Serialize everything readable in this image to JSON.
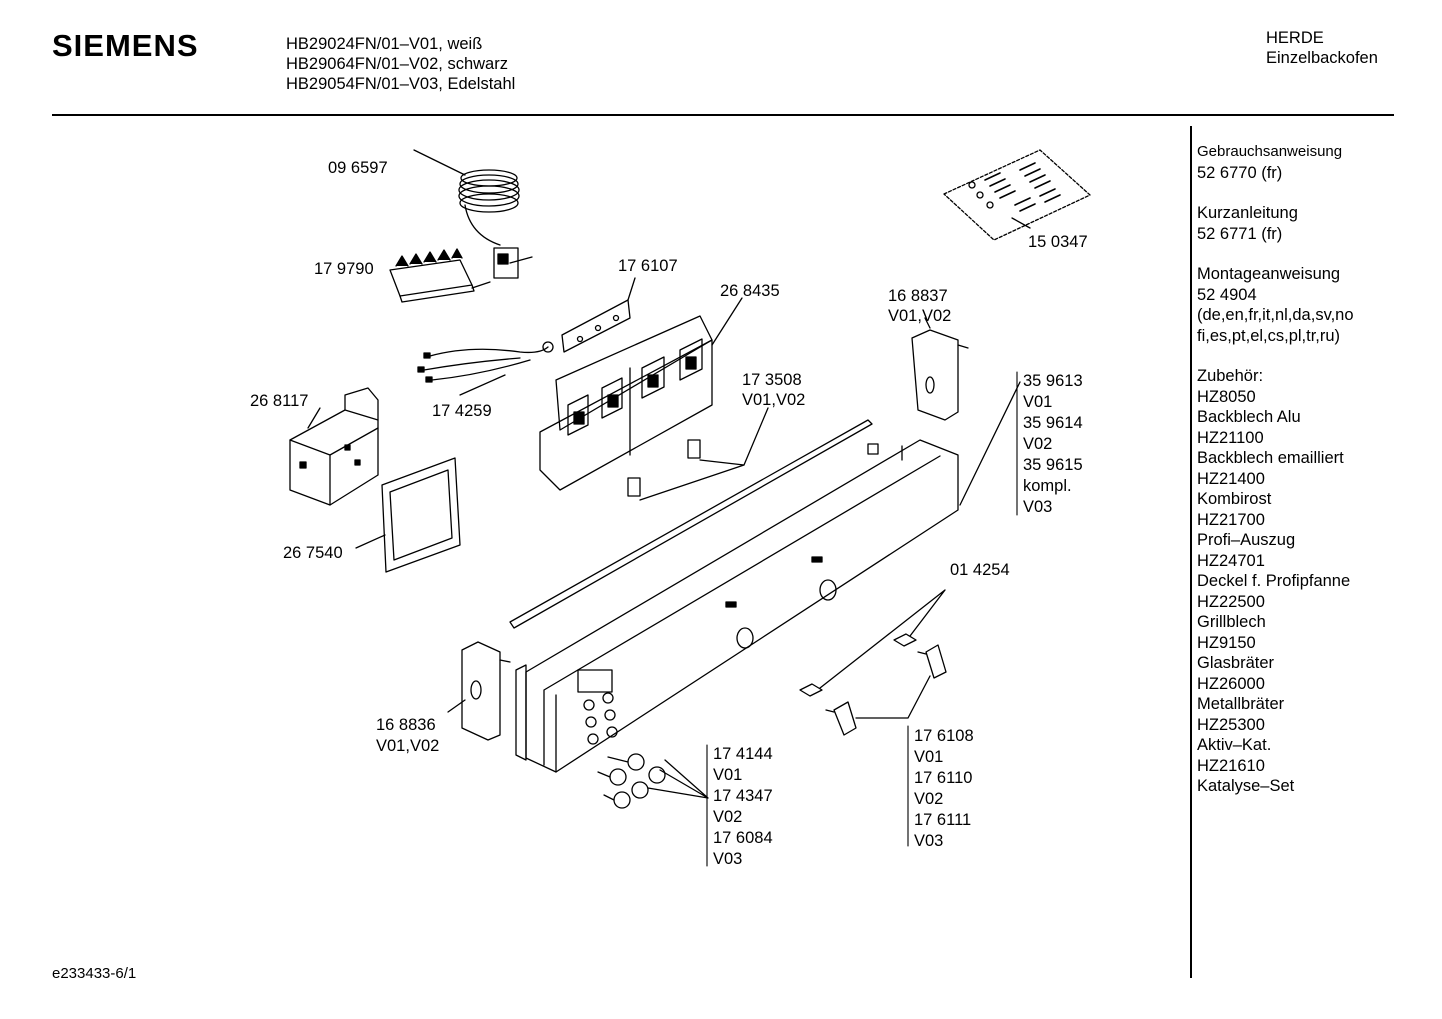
{
  "header": {
    "brand": "SIEMENS",
    "models": [
      "HB29024FN/01–V01, weiß",
      "HB29064FN/01–V02, schwarz",
      "HB29054FN/01–V03, Edelstahl"
    ],
    "category": [
      "HERDE",
      "Einzelbackofen"
    ]
  },
  "sidebar": {
    "docs": [
      {
        "title": "Gebrauchsanweisung",
        "value": "52 6770 (fr)"
      },
      {
        "title": "Kurzanleitung",
        "value": "52 6771 (fr)"
      },
      {
        "title": "Montageanweisung",
        "value": "52 4904",
        "extra": [
          "(de,en,fr,it,nl,da,sv,no",
          "fi,es,pt,el,cs,pl,tr,ru)"
        ]
      }
    ],
    "accessories_title": "Zubehör:",
    "accessories": [
      "HZ8050",
      "Backblech Alu",
      "HZ21100",
      "Backblech emailliert",
      "HZ21400",
      "Kombirost",
      "HZ21700",
      "Profi–Auszug",
      "HZ24701",
      "Deckel f. Profipfanne",
      "HZ22500",
      "Grillblech",
      "HZ9150",
      "Glasbräter",
      "HZ26000",
      "Metallbräter",
      "HZ25300",
      "Aktiv–Kat.",
      "HZ21610",
      "Katalyse–Set"
    ]
  },
  "parts": {
    "p096597": "09 6597",
    "p179790": "17 9790",
    "p176107": "17 6107",
    "p268435": "26 8435",
    "p150347": "15 0347",
    "p168837": [
      "16 8837",
      "V01,V02"
    ],
    "p174259": "17 4259",
    "p268117": "26 8117",
    "p173508": [
      "17 3508",
      "V01,V02"
    ],
    "p359613": [
      "35 9613",
      "V01",
      "35 9614",
      "V02",
      "35 9615",
      "kompl.",
      "V03"
    ],
    "p267540": "26 7540",
    "p014254": "01 4254",
    "p168836": [
      "16 8836",
      "V01,V02"
    ],
    "p174144": [
      "17 4144",
      "V01",
      "17 4347",
      "V02",
      "17 6084",
      "V03"
    ],
    "p176108": [
      "17 6108",
      "V01",
      "17 6110",
      "V02",
      "17 6111",
      "V03"
    ]
  },
  "footer": {
    "code": "e233433-6/1"
  }
}
